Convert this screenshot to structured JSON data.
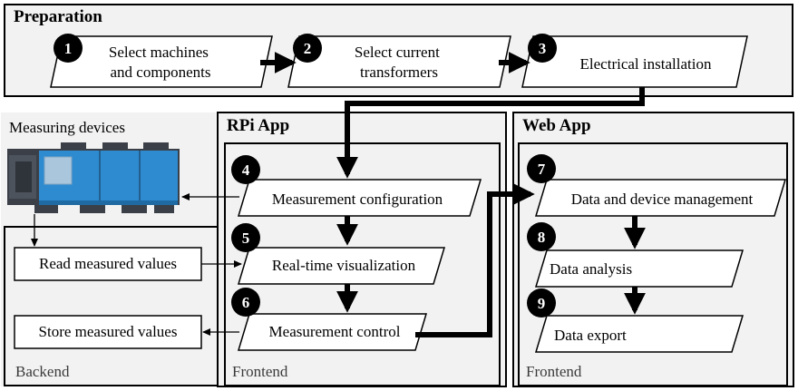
{
  "sections": {
    "preparation": {
      "title": "Preparation"
    },
    "rpi_app": {
      "title": "RPi App",
      "frontend_label": "Frontend"
    },
    "web_app": {
      "title": "Web App",
      "frontend_label": "Frontend"
    },
    "backend": {
      "label": "Backend"
    },
    "measuring_devices": {
      "label": "Measuring devices"
    }
  },
  "steps": [
    {
      "number": "1",
      "line1": "Select machines",
      "line2": "and components"
    },
    {
      "number": "2",
      "line1": "Select current",
      "line2": "transformers"
    },
    {
      "number": "3",
      "line1": "Electrical installation"
    },
    {
      "number": "4",
      "line1": "Measurement configuration"
    },
    {
      "number": "5",
      "line1": "Real-time visualization"
    },
    {
      "number": "6",
      "line1": "Measurement control"
    },
    {
      "number": "7",
      "line1": "Data and device management"
    },
    {
      "number": "8",
      "line1": "Data analysis"
    },
    {
      "number": "9",
      "line1": "Data export"
    }
  ],
  "backend_items": [
    {
      "label": "Read measured values"
    },
    {
      "label": "Store measured values"
    }
  ],
  "colors": {
    "section_fill": "#f2f2f2",
    "device_blue": "#2e8bd0",
    "device_dark": "#3b4048",
    "device_screen": "#a9c6dd",
    "number_circle": "#000000"
  }
}
